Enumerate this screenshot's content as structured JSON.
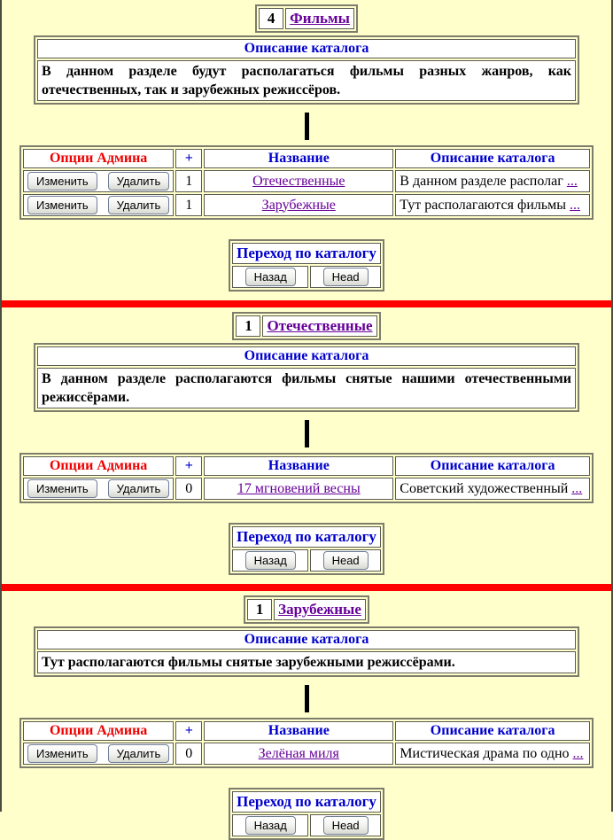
{
  "page": {
    "background": "#ffffcc",
    "divider_color": "#ff0000",
    "accent_blue": "#0000cc",
    "accent_red": "#ee0000",
    "link_purple": "#660099"
  },
  "labels": {
    "description_header": "Описание каталога",
    "nav_title": "Переход по каталогу",
    "back_button": "Назад",
    "head_button": "Head",
    "edit_button": "Изменить",
    "delete_button": "Удалить",
    "more_link": "...",
    "table_headers": {
      "admin": "Опции Админа",
      "plus": "+",
      "name": "Название",
      "description": "Описание каталога"
    }
  },
  "sections": [
    {
      "count": "4",
      "title": "Фильмы",
      "description": "В данном разделе будут располагаться фильмы разных жанров, как отечественных, так и зарубежных режиссёров.",
      "rows": [
        {
          "sub_count": "1",
          "name": "Отечественные",
          "desc_preview": "В данном разделе располаг"
        },
        {
          "sub_count": "1",
          "name": "Зарубежные",
          "desc_preview": "Тут располагаются фильмы"
        }
      ]
    },
    {
      "count": "1",
      "title": "Отечественные",
      "description": "В данном разделе располагаются фильмы снятые нашими отечественными режиссёрами.",
      "rows": [
        {
          "sub_count": "0",
          "name": "17 мгновений весны",
          "desc_preview": "Советский художественный"
        }
      ]
    },
    {
      "count": "1",
      "title": "Зарубежные",
      "description": "Тут располагаются фильмы снятые зарубежными режиссёрами.",
      "rows": [
        {
          "sub_count": "0",
          "name": "Зелёная миля",
          "desc_preview": "Мистическая драма по одно"
        }
      ]
    }
  ]
}
